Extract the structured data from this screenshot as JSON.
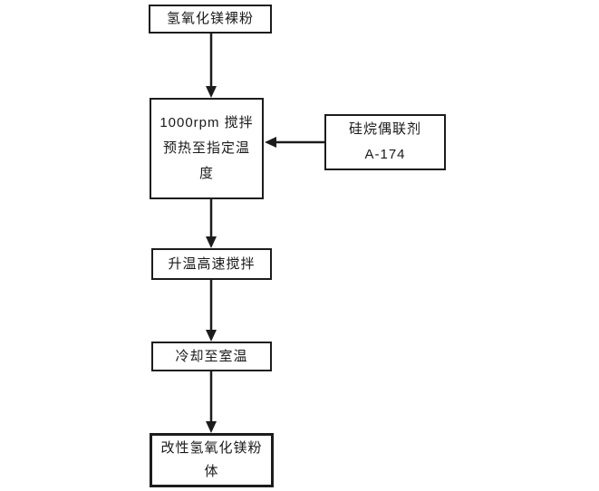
{
  "colors": {
    "line": "#1c1c1c",
    "background": "#ffffff"
  },
  "flowchart": {
    "nodes": [
      {
        "name": "raw-powder",
        "lines": [
          "氢氧化镁裸粉"
        ]
      },
      {
        "name": "preheat-stir",
        "lines": [
          "1000rpm 搅拌",
          "预热至指定温",
          "度"
        ]
      },
      {
        "name": "coupling-agent",
        "lines": [
          "硅烷偶联剂",
          "A-174"
        ]
      },
      {
        "name": "heat-high-speed-stir",
        "lines": [
          "升温高速搅拌"
        ]
      },
      {
        "name": "cool-to-room-temp",
        "lines": [
          "冷却至室温"
        ]
      },
      {
        "name": "modified-powder",
        "lines": [
          "改性氢氧化镁粉",
          "体"
        ]
      }
    ],
    "edges": [
      {
        "from": "raw-powder",
        "to": "preheat-stir"
      },
      {
        "from": "coupling-agent",
        "to": "preheat-stir"
      },
      {
        "from": "preheat-stir",
        "to": "heat-high-speed-stir"
      },
      {
        "from": "heat-high-speed-stir",
        "to": "cool-to-room-temp"
      },
      {
        "from": "cool-to-room-temp",
        "to": "modified-powder"
      }
    ]
  }
}
